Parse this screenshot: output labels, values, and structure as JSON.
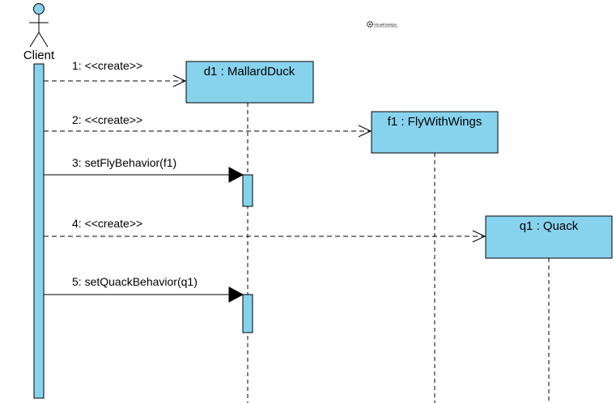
{
  "actor": {
    "name": "Client"
  },
  "watermark": {
    "text": "VisualParadigm"
  },
  "colors": {
    "fill": "#87D3EE",
    "stroke": "#000000"
  },
  "lifelines": [
    {
      "id": "d1",
      "label": "d1 : MallardDuck"
    },
    {
      "id": "f1",
      "label": "f1 : FlyWithWings"
    },
    {
      "id": "q1",
      "label": "q1 : Quack"
    }
  ],
  "messages": [
    {
      "label": "1: <<create>>",
      "type": "create",
      "target": "d1"
    },
    {
      "label": "2: <<create>>",
      "type": "create",
      "target": "f1"
    },
    {
      "label": "3: setFlyBehavior(f1)",
      "type": "sync",
      "target": "d1"
    },
    {
      "label": "4: <<create>>",
      "type": "create",
      "target": "q1"
    },
    {
      "label": "5: setQuackBehavior(q1)",
      "type": "sync",
      "target": "d1"
    }
  ]
}
